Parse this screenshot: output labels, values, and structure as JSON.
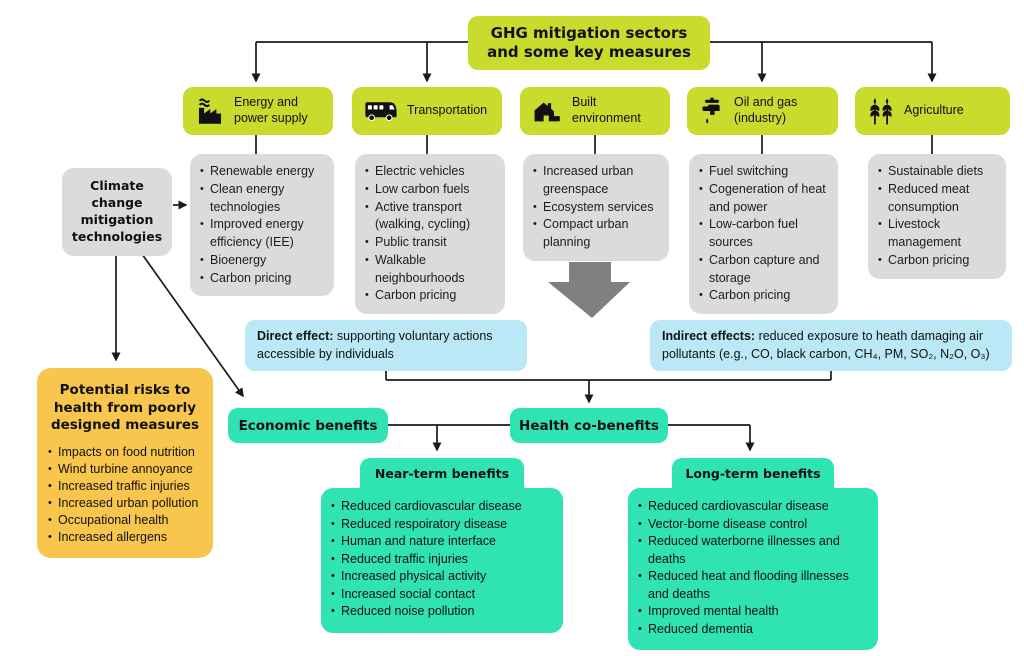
{
  "colors": {
    "lime": "#c9db2d",
    "grey_box": "#dbdbdb",
    "yellow": "#f8c64d",
    "light_blue": "#bae8f6",
    "teal": "#2fe3b2",
    "big_arrow_grey": "#808080",
    "line_black": "#1a1a1a"
  },
  "title": "GHG mitigation sectors\nand some key measures",
  "climate_box": "Climate\nchange\nmitigation\ntechnologies",
  "risks": {
    "heading": "Potential risks to\nhealth from poorly\ndesigned measures",
    "items": [
      "Impacts on food nutrition",
      "Wind turbine annoyance",
      "Increased traffic injuries",
      "Increased urban pollution",
      "Occupational health",
      "Increased allergens"
    ]
  },
  "sectors": [
    {
      "label": "Energy and\npower supply",
      "icon": "factory-icon",
      "items": [
        "Renewable energy",
        "Clean energy technologies",
        "Improved energy efficiency (IEE)",
        "Bioenergy",
        "Carbon pricing"
      ]
    },
    {
      "label": "Transportation",
      "icon": "bus-icon",
      "items": [
        "Electric vehicles",
        "Low carbon fuels",
        "Active transport (walking, cycling)",
        "Public transit",
        "Walkable neighbourhoods",
        "Carbon pricing"
      ]
    },
    {
      "label": "Built\nenvironment",
      "icon": "house-icon",
      "items": [
        "Increased urban greenspace",
        "Ecosystem services",
        "Compact urban planning"
      ]
    },
    {
      "label": "Oil and gas\n(industry)",
      "icon": "faucet-icon",
      "items": [
        "Fuel switching",
        "Cogeneration of heat and power",
        "Low-carbon fuel sources",
        "Carbon capture and storage",
        "Carbon pricing"
      ]
    },
    {
      "label": "Agriculture",
      "icon": "wheat-icon",
      "items": [
        "Sustainable diets",
        "Reduced meat consumption",
        "Livestock management",
        "Carbon pricing"
      ]
    }
  ],
  "effects": {
    "direct_lead": "Direct effect:",
    "direct_text": " supporting voluntary actions accessible by individuals",
    "indirect_lead": "Indirect effects:",
    "indirect_text": " reduced exposure to heath damaging air pollutants (e.g., CO, black carbon, CH₄, PM, SO₂, N₂O, O₃)"
  },
  "benefits": {
    "economic_label": "Economic benefits",
    "health_label": "Health co-benefits",
    "near_term": {
      "heading": "Near-term benefits",
      "items": [
        "Reduced cardiovascular disease",
        "Reduced respoiratory disease",
        "Human and nature interface",
        "Reduced traffic injuries",
        "Increased physical activity",
        "Increased social contact",
        "Reduced noise pollution"
      ]
    },
    "long_term": {
      "heading": "Long-term benefits",
      "items": [
        "Reduced cardiovascular disease",
        "Vector-borne disease control",
        "Reduced waterborne illnesses and deaths",
        "Reduced heat and flooding illnesses and deaths",
        "Improved mental health",
        "Reduced dementia"
      ]
    }
  }
}
